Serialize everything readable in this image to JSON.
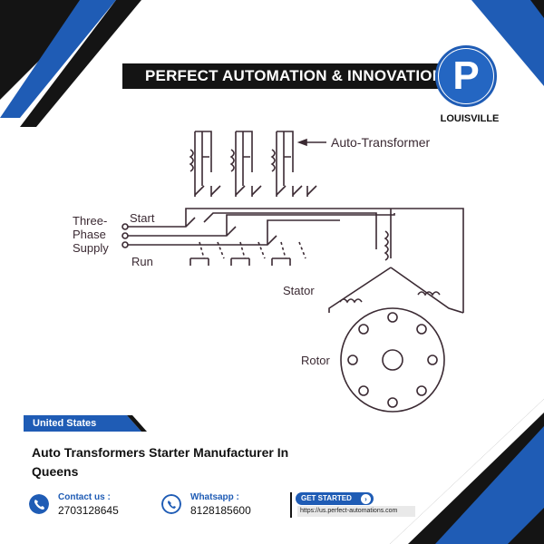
{
  "brand": {
    "title": "PERFECT AUTOMATION & INNOVATION",
    "logo_letter": "P",
    "city": "LOUISVILLE",
    "colors": {
      "accent": "#1f5cb5",
      "dark": "#141414"
    }
  },
  "diagram": {
    "labels": {
      "auto_transformer": "Auto-Transformer",
      "supply": [
        "Three-",
        "Phase",
        "Supply"
      ],
      "start": "Start",
      "run": "Run",
      "stator": "Stator",
      "rotor": "Rotor"
    }
  },
  "listing": {
    "country": "United States",
    "title": "Auto Transformers Starter Manufacturer In Queens"
  },
  "contact": {
    "phone_label": "Contact us :",
    "phone": "2703128645",
    "phone_icon": "phone-icon",
    "whatsapp_label": "Whatsapp :",
    "whatsapp": "8128185600",
    "whatsapp_icon": "whatsapp-icon"
  },
  "cta": {
    "label": "GET STARTED",
    "url": "https://us.perfect-automations.com"
  }
}
